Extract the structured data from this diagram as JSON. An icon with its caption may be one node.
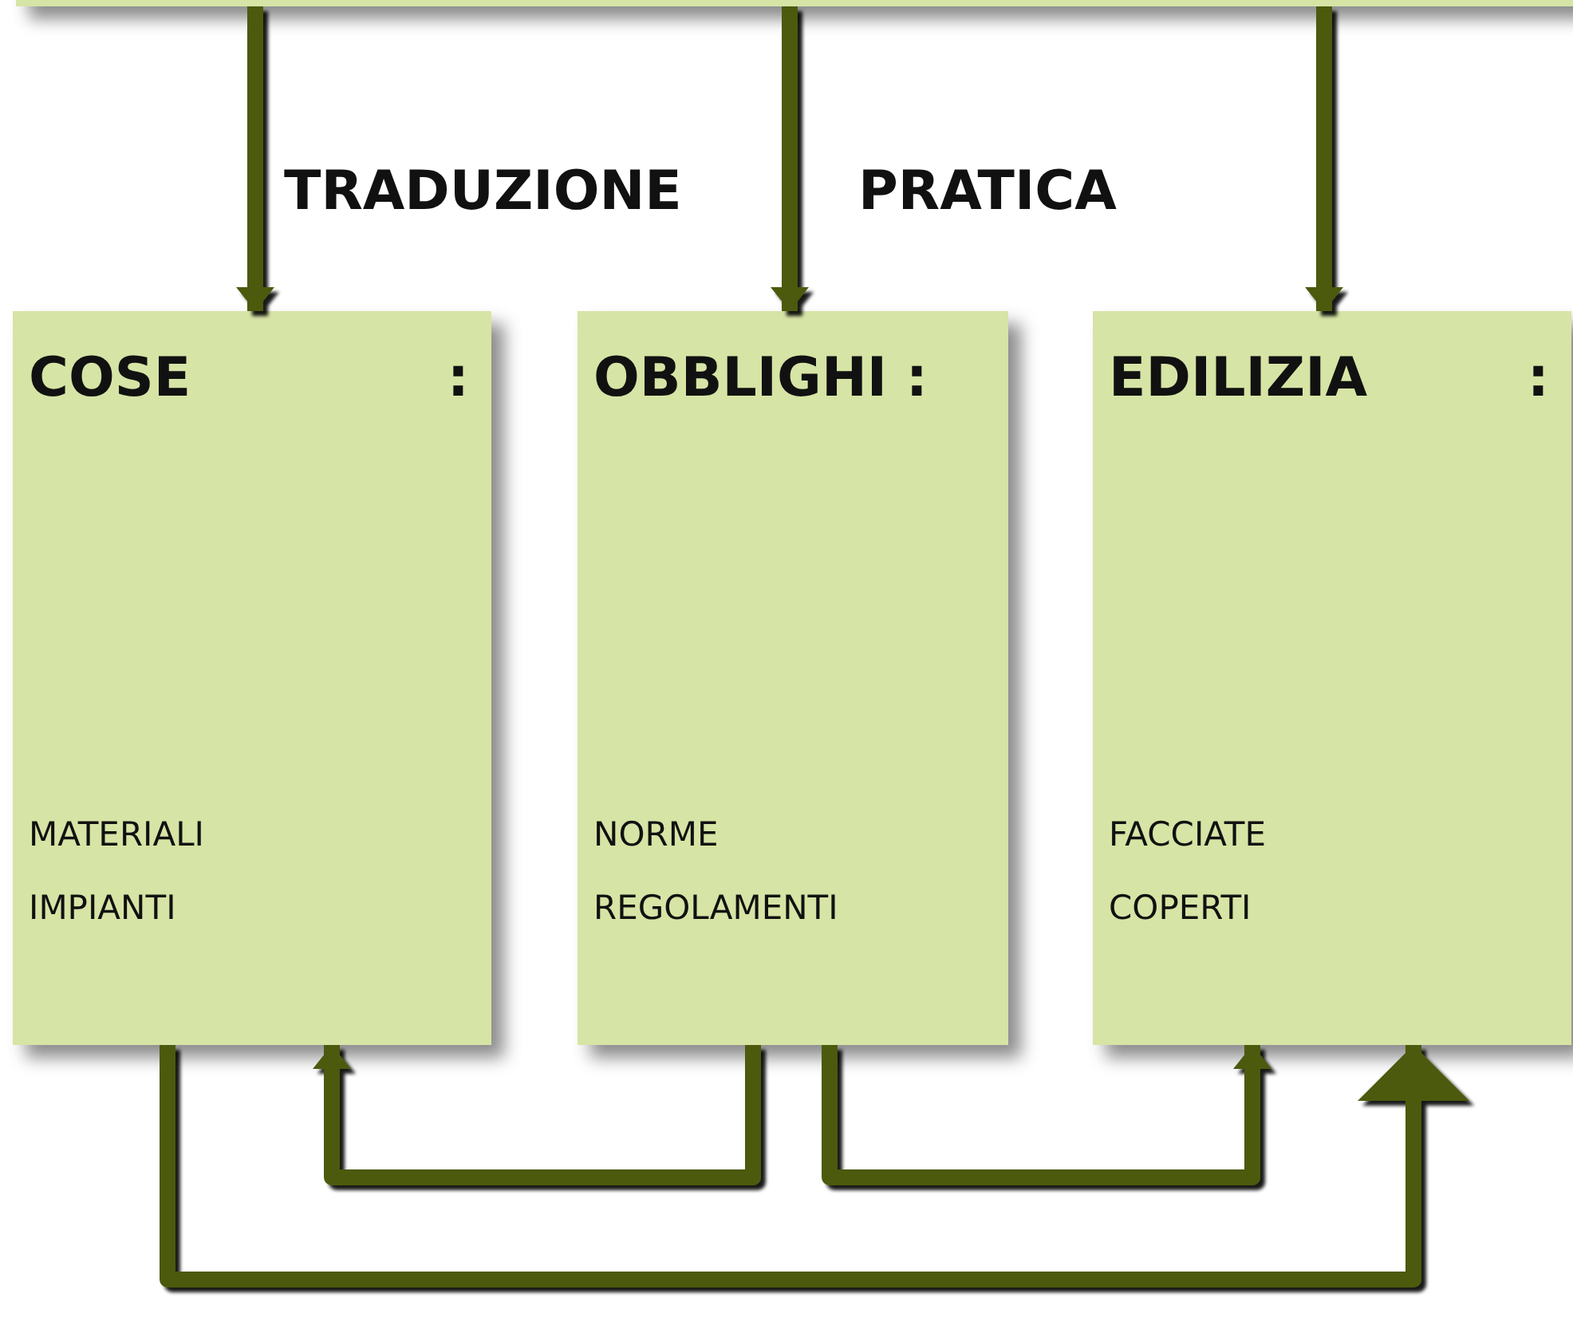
{
  "diagram": {
    "nodes": [
      {
        "text": [],
        "shape": "bar"
      },
      {
        "text": [
          "COSE",
          ":",
          "MATERIALI",
          "IMPIANTI"
        ]
      },
      {
        "text": [
          "OBBLIGHI :",
          "NORME",
          "REGOLAMENTI"
        ]
      },
      {
        "text": [
          "EDILIZIA",
          ":",
          "FACCIATE",
          "COPERTI"
        ]
      }
    ],
    "edges": [
      {
        "from": 0,
        "to": 1,
        "arrow": "to"
      },
      {
        "from": 0,
        "to": 2,
        "arrow": "to"
      },
      {
        "from": 0,
        "to": 3,
        "arrow": "to"
      },
      {
        "from": 2,
        "to": 1,
        "arrow": "to"
      },
      {
        "from": 2,
        "to": 3,
        "arrow": "to"
      },
      {
        "from": 1,
        "to": 3,
        "arrow": "to"
      }
    ],
    "labels": [
      "TRADUZIONE",
      "PRATICA"
    ]
  }
}
